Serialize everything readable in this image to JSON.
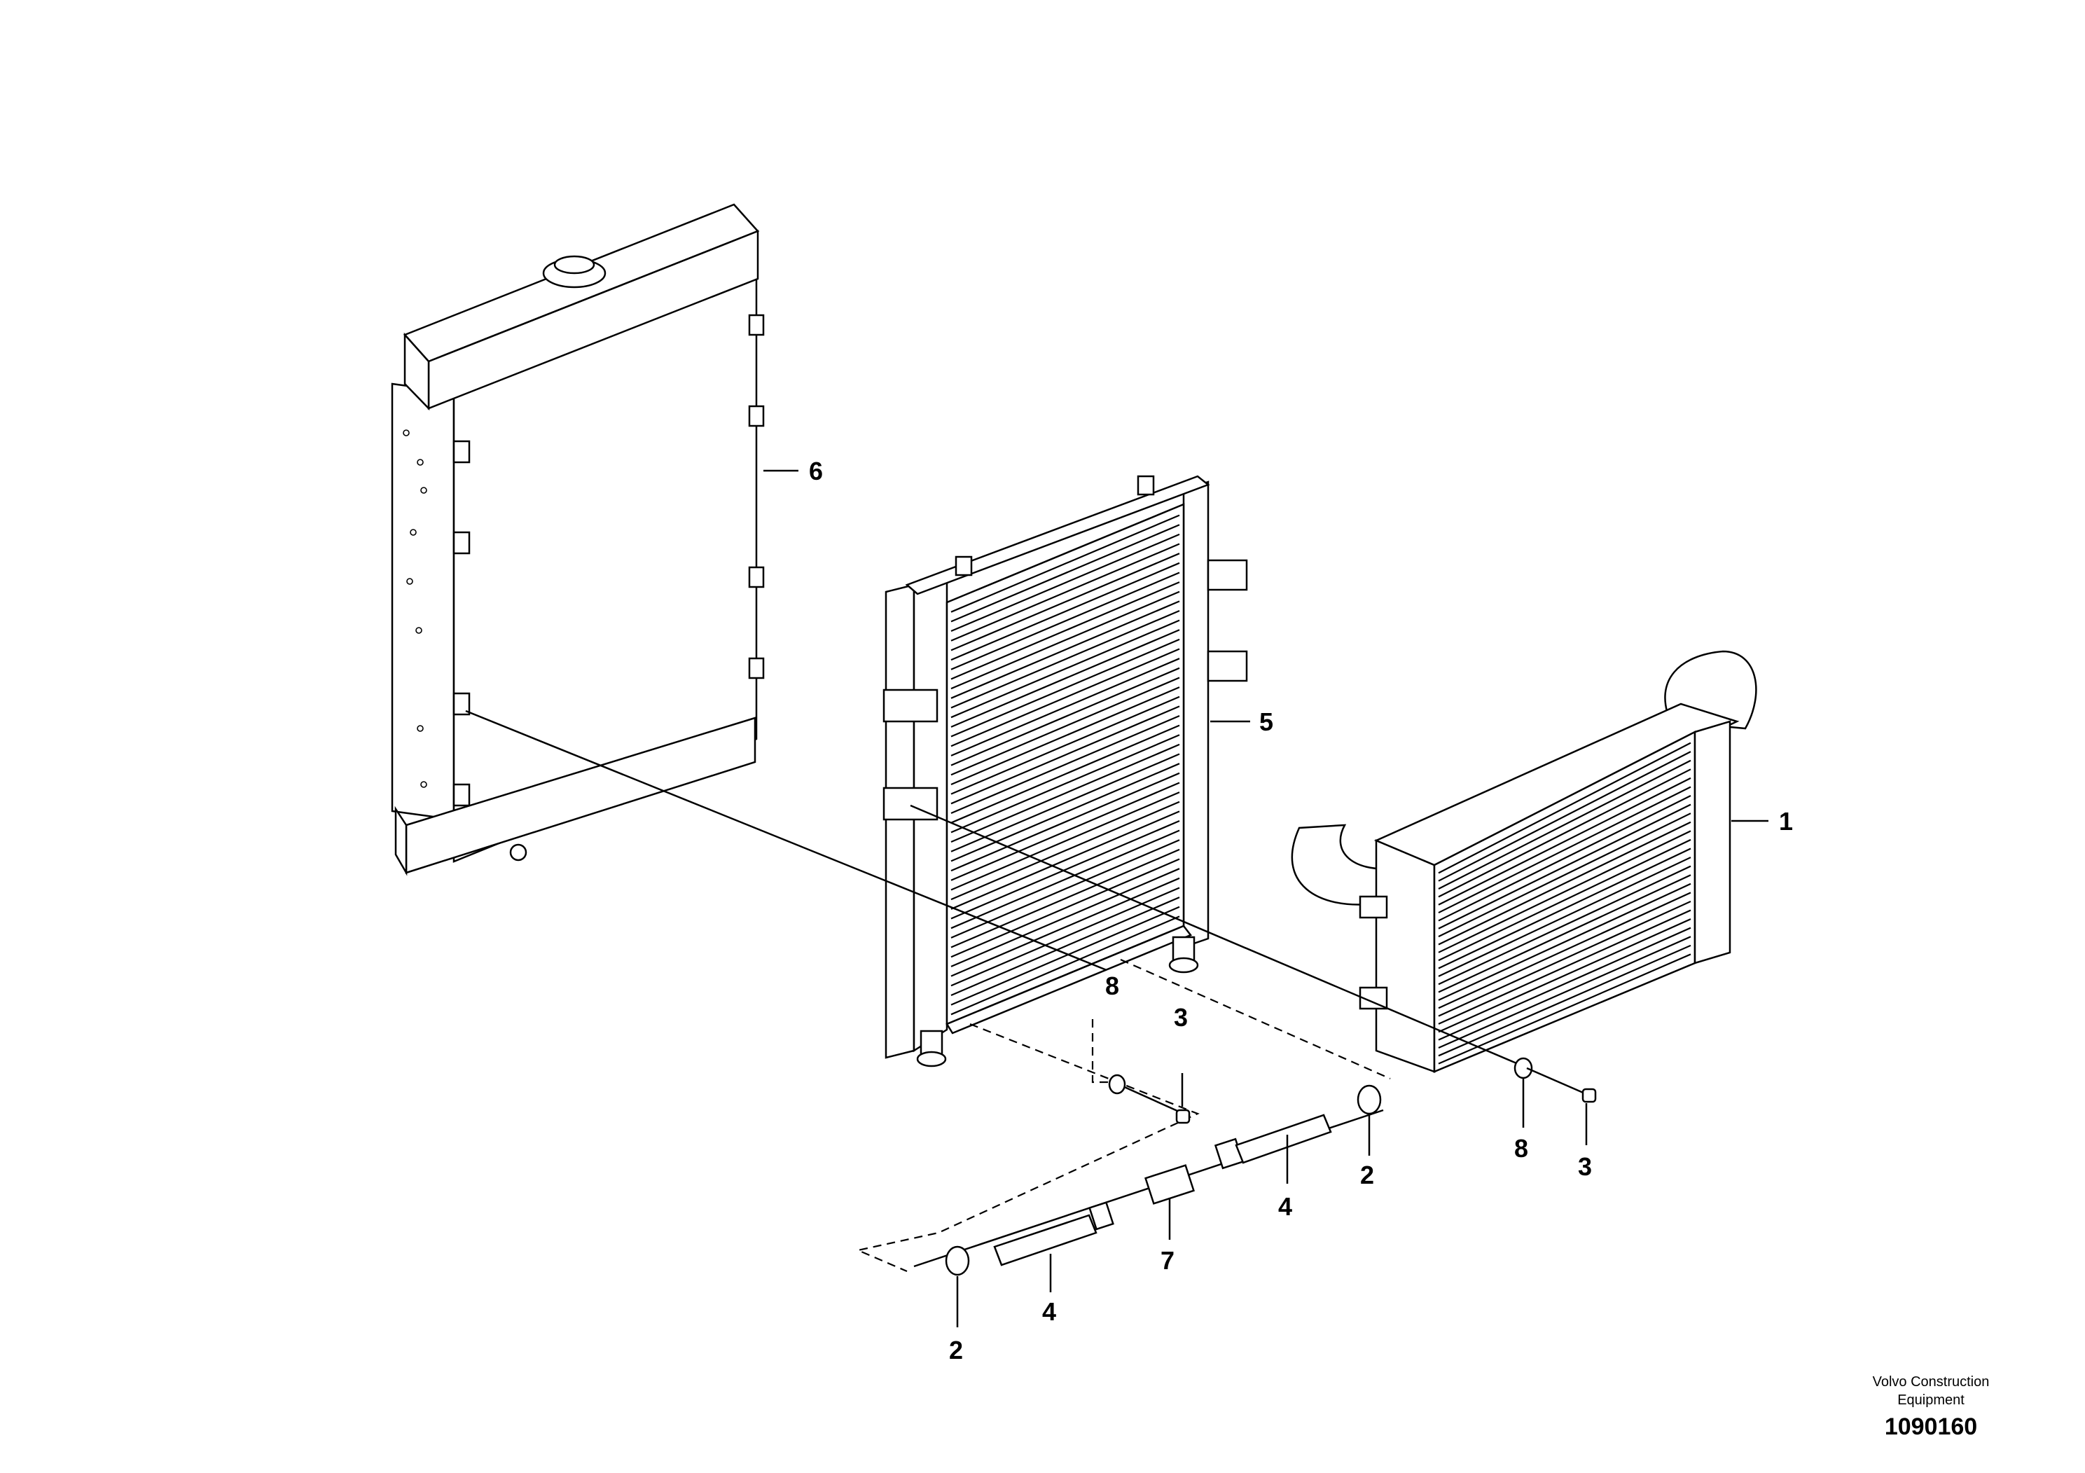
{
  "callouts": {
    "c1": "1",
    "c2a": "2",
    "c2b": "2",
    "c3a": "3",
    "c3b": "3",
    "c4a": "4",
    "c4b": "4",
    "c5": "5",
    "c6": "6",
    "c7": "7",
    "c8a": "8",
    "c8b": "8"
  },
  "credit": {
    "line1": "Volvo Construction",
    "line2": "Equipment",
    "number": "1090160"
  }
}
